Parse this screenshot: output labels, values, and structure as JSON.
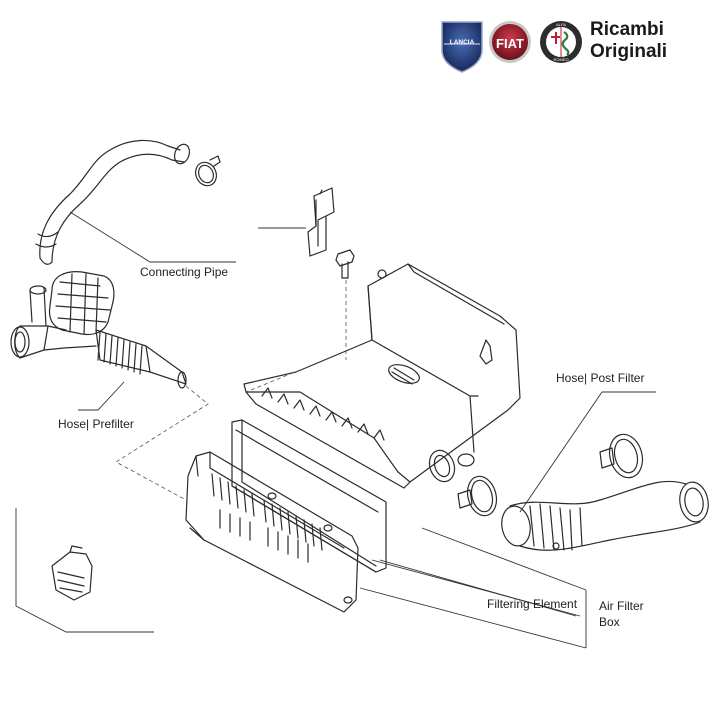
{
  "header": {
    "brand_line1": "Ricambi",
    "brand_line2": "Originali",
    "logos": [
      {
        "name": "lancia-logo",
        "text": "LANCIA",
        "color": "#1f3a7a"
      },
      {
        "name": "fiat-logo",
        "text": "FIAT",
        "color": "#9b1b2a"
      },
      {
        "name": "alfa-romeo-logo",
        "text": "ALFA ROMEO",
        "color": "#1b3f2a"
      }
    ]
  },
  "labels": {
    "connecting_pipe": "Connecting Pipe",
    "hose_prefilter": "Hose| Prefilter",
    "hose_post_filter": "Hose| Post Filter",
    "filtering_element": "Filtering Element",
    "air_filter_box_line1": "Air Filter",
    "air_filter_box_line2": "Box"
  },
  "colors": {
    "line": "#2b2b2b",
    "leader": "#333333",
    "shade": "#cfcfcf"
  }
}
